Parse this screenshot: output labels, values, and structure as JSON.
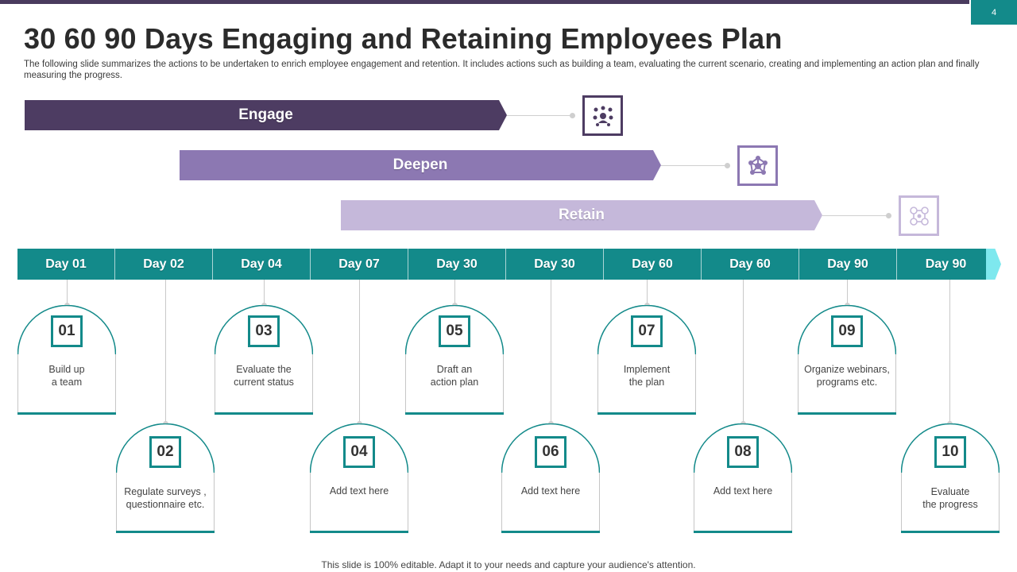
{
  "page_number": "4",
  "title": "30 60 90 Days Engaging and Retaining Employees Plan",
  "subtitle": "The following slide summarizes the actions to be undertaken to enrich employee engagement and retention. It includes actions such as building a team, evaluating the current scenario, creating and implementing an action plan and finally measuring the progress.",
  "phases": [
    {
      "label": "Engage",
      "color": "#4d3c62",
      "icon": "team-network-icon"
    },
    {
      "label": "Deepen",
      "color": "#8c78b2",
      "icon": "network-hub-icon"
    },
    {
      "label": "Retain",
      "color": "#c5b8da",
      "icon": "people-connections-icon"
    }
  ],
  "days": [
    "Day 01",
    "Day 02",
    "Day 04",
    "Day 07",
    "Day 30",
    "Day 30",
    "Day 60",
    "Day 60",
    "Day 90",
    "Day 90"
  ],
  "cards": [
    {
      "num": "01",
      "text": "Build up\na team"
    },
    {
      "num": "02",
      "text": "Regulate surveys ,\nquestionnaire etc."
    },
    {
      "num": "03",
      "text": "Evaluate the\ncurrent status"
    },
    {
      "num": "04",
      "text": "Add text here"
    },
    {
      "num": "05",
      "text": "Draft an\naction plan"
    },
    {
      "num": "06",
      "text": "Add text here"
    },
    {
      "num": "07",
      "text": "Implement\nthe plan"
    },
    {
      "num": "08",
      "text": "Add text here"
    },
    {
      "num": "09",
      "text": "Organize webinars,\nprograms etc."
    },
    {
      "num": "10",
      "text": "Evaluate\nthe progress"
    }
  ],
  "footer": "This slide is 100% editable. Adapt it to your needs and capture your audience's attention.",
  "colors": {
    "teal": "#138a8a",
    "teal_tip": "#7ee8ee",
    "dark_purple": "#4d3c62",
    "mid_purple": "#8c78b2",
    "light_purple": "#c5b8da"
  }
}
